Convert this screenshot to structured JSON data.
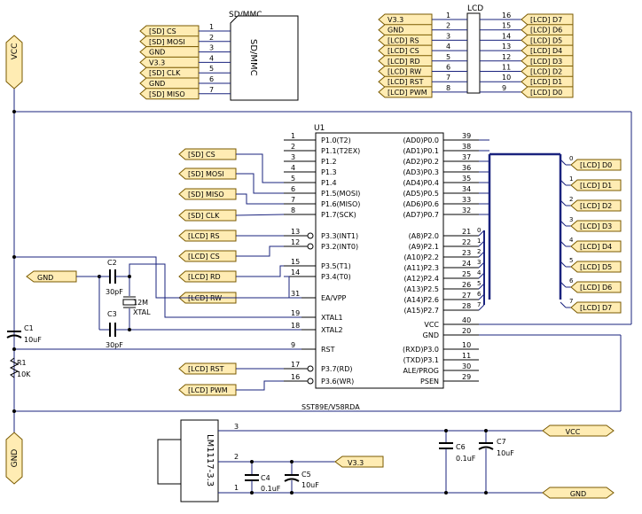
{
  "sd_card": {
    "title": "SD/MMC",
    "body_label": "SD/MMC",
    "ports": [
      "[SD] CS",
      "[SD] MOSI",
      "GND",
      "V3.3",
      "[SD] CLK",
      "GND",
      "[SD] MISO"
    ],
    "pins": [
      "1",
      "2",
      "3",
      "4",
      "5",
      "6",
      "7"
    ]
  },
  "lcd_connector": {
    "title": "LCD",
    "left_ports": [
      "V3.3",
      "GND",
      "[LCD] RS",
      "[LCD] CS",
      "[LCD] RD",
      "[LCD] RW",
      "[LCD] RST",
      "[LCD] PWM"
    ],
    "left_pins": [
      "1",
      "2",
      "3",
      "4",
      "5",
      "6",
      "7",
      "8"
    ],
    "right_ports": [
      "[LCD] D7",
      "[LCD] D6",
      "[LCD] D5",
      "[LCD] D4",
      "[LCD] D3",
      "[LCD] D2",
      "[LCD] D1",
      "[LCD] D0"
    ],
    "right_pins": [
      "16",
      "15",
      "14",
      "13",
      "12",
      "11",
      "10",
      "9"
    ]
  },
  "power_rails": {
    "vcc": "VCC",
    "gnd": "GND"
  },
  "mcu": {
    "designator": "U1",
    "part": "SST89E/V58RDA",
    "left_pins": [
      {
        "num": "1",
        "name": "P1.0(T2)"
      },
      {
        "num": "2",
        "name": "P1.1(T2EX)"
      },
      {
        "num": "3",
        "name": "P1.2"
      },
      {
        "num": "4",
        "name": "P1.3"
      },
      {
        "num": "5",
        "name": "P1.4"
      },
      {
        "num": "6",
        "name": "P1.5(MOSI)"
      },
      {
        "num": "7",
        "name": "P1.6(MISO)"
      },
      {
        "num": "8",
        "name": "P1.7(SCK)"
      },
      {
        "num": "13",
        "name": "P3.3(INT1)"
      },
      {
        "num": "12",
        "name": "P3.2(INT0)"
      },
      {
        "num": "15",
        "name": "P3.5(T1)"
      },
      {
        "num": "14",
        "name": "P3.4(T0)"
      },
      {
        "num": "31",
        "name": "EA/VPP"
      },
      {
        "num": "19",
        "name": "XTAL1"
      },
      {
        "num": "18",
        "name": "XTAL2"
      },
      {
        "num": "9",
        "name": "RST"
      },
      {
        "num": "17",
        "name": "P3.7(RD)"
      },
      {
        "num": "16",
        "name": "P3.6(WR)"
      }
    ],
    "right_pins": [
      {
        "num": "39",
        "name": "(AD0)P0.0"
      },
      {
        "num": "38",
        "name": "(AD1)P0.1"
      },
      {
        "num": "37",
        "name": "(AD2)P0.2"
      },
      {
        "num": "36",
        "name": "(AD3)P0.3"
      },
      {
        "num": "35",
        "name": "(AD4)P0.4"
      },
      {
        "num": "34",
        "name": "(AD5)P0.5"
      },
      {
        "num": "33",
        "name": "(AD6)P0.6"
      },
      {
        "num": "32",
        "name": "(AD7)P0.7"
      },
      {
        "num": "21",
        "name": "(A8)P2.0"
      },
      {
        "num": "22",
        "name": "(A9)P2.1"
      },
      {
        "num": "23",
        "name": "(A10)P2.2"
      },
      {
        "num": "24",
        "name": "(A11)P2.3"
      },
      {
        "num": "25",
        "name": "(A12)P2.4"
      },
      {
        "num": "26",
        "name": "(A13)P2.5"
      },
      {
        "num": "27",
        "name": "(A14)P2.6"
      },
      {
        "num": "28",
        "name": "(A15)P2.7"
      },
      {
        "num": "40",
        "name": "VCC"
      },
      {
        "num": "20",
        "name": "GND"
      },
      {
        "num": "10",
        "name": "(RXD)P3.0"
      },
      {
        "num": "11",
        "name": "(TXD)P3.1"
      },
      {
        "num": "30",
        "name": "ALE/PROG"
      },
      {
        "num": "29",
        "name": "PSEN"
      }
    ]
  },
  "mcu_ports": [
    "[SD] CS",
    "[SD] MOSI",
    "[SD] MISO",
    "[SD] CLK",
    "[LCD] RS",
    "[LCD] CS",
    "[LCD] RD",
    "[LCD] RW",
    "[LCD] RST",
    "[LCD] PWM"
  ],
  "bus_entry_labels": [
    "0",
    "1",
    "2",
    "3",
    "4",
    "5",
    "6",
    "7"
  ],
  "data_ports": [
    "[LCD] D0",
    "[LCD] D1",
    "[LCD] D2",
    "[LCD] D3",
    "[LCD] D4",
    "[LCD] D5",
    "[LCD] D6",
    "[LCD] D7"
  ],
  "oscillator": {
    "gnd_port": "GND",
    "c2_name": "C2",
    "c2_value": "30pF",
    "c3_name": "C3",
    "c3_value": "30pF",
    "crystal_freq": "12M",
    "crystal_name": "XTAL"
  },
  "reset": {
    "c1_name": "C1",
    "c1_value": "10uF",
    "r1_name": "R1",
    "r1_value": "10K"
  },
  "regulator": {
    "part": "LM1117-3.3",
    "pins": [
      "3",
      "2",
      "1"
    ],
    "c4_name": "C4",
    "c4_value": "0.1uF",
    "c5_name": "C5",
    "c5_value": "10uF",
    "c6_name": "C6",
    "c6_value": "0.1uF",
    "c7_name": "C7",
    "c7_value": "10uF",
    "v33_port": "V3.3",
    "vcc_port": "VCC",
    "gnd_port": "GND"
  }
}
